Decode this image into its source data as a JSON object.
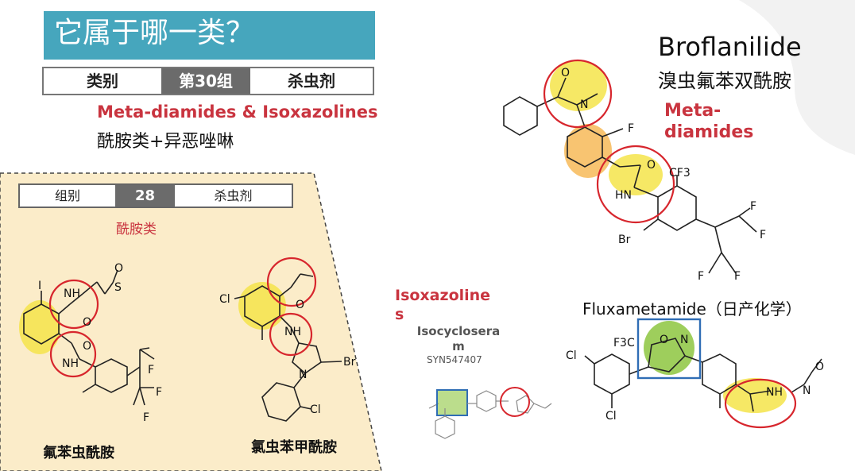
{
  "header": {
    "title": "它属于哪一类？",
    "category_left": "类别",
    "category_mid": "第30组",
    "category_right": "杀虫剂",
    "subtitle_en": "Meta-diamides & Isoxazolines",
    "subtitle_cn": "酰胺类+异恶唑啉"
  },
  "panel": {
    "group_left": "组别",
    "group_mid": "28",
    "group_right": "杀虫剂",
    "group_sub": "酰胺类",
    "mol1_caption": "氟苯虫酰胺",
    "mol2_caption": "氯虫苯甲酰胺",
    "mol1_atoms": {
      "I": "I",
      "NH": "NH",
      "S": "S",
      "O": "O",
      "F": "F"
    },
    "mol2_atoms": {
      "Cl": "Cl",
      "N": "N",
      "NH": "NH",
      "O": "O",
      "Br": "Br"
    }
  },
  "right": {
    "broflanilide_name": "Broflanilide",
    "broflanilide_cn": "溴虫氟苯双酰胺",
    "meta_label_1": "Meta-",
    "meta_label_2": "diamides",
    "iso_label_1": "Isoxazoline",
    "iso_label_2": "s",
    "isocyclo_1": "Isocyclosera",
    "isocyclo_2": "m",
    "syn_code": "SYN547407",
    "fluxametamide": "Fluxametamide（日产化学）",
    "bro_atoms": {
      "O": "O",
      "N": "N",
      "F": "F",
      "NH": "HN",
      "CF3": "CF3",
      "Br": "Br"
    },
    "flux_atoms": {
      "Cl": "Cl",
      "F3C": "F3C",
      "O": "O",
      "N": "N",
      "NH": "NH"
    }
  },
  "colors": {
    "title_bar": "#46a6bd",
    "accent_red": "#c9343f",
    "highlight_yellow": "#f5e44a",
    "panel_beige": "#fbecc9",
    "circle_red": "#d7262d",
    "box_blue": "#2f6db5",
    "highlight_green": "#8dc63f"
  }
}
